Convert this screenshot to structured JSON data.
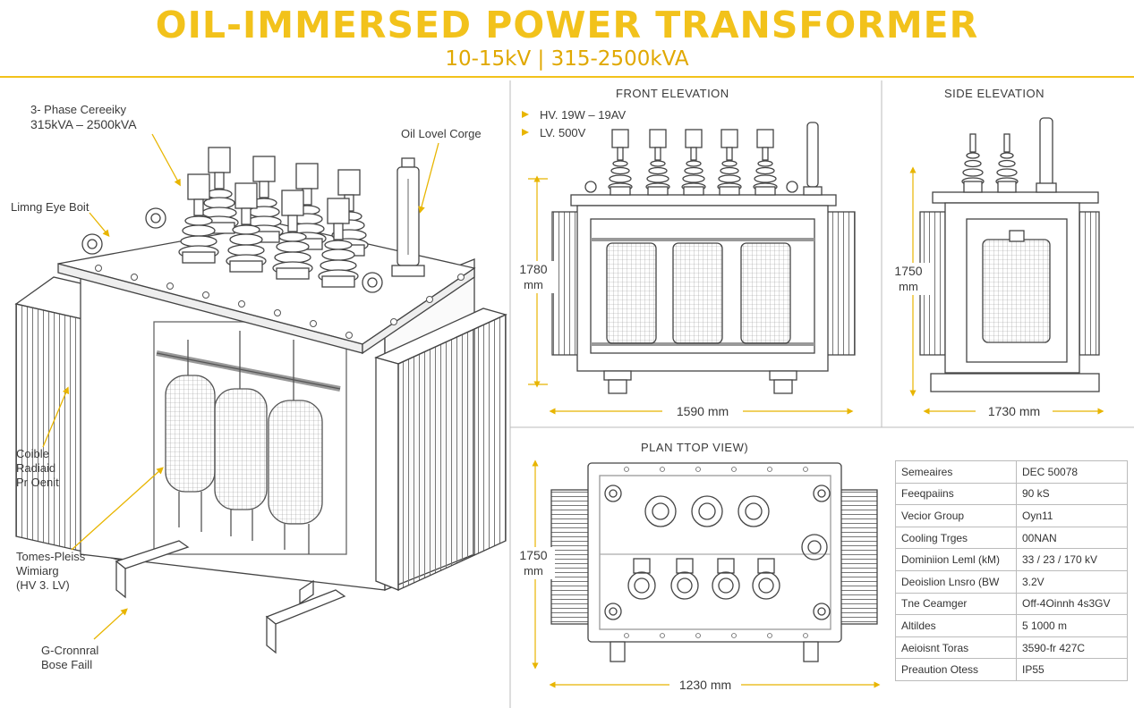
{
  "header": {
    "title": "OIL-IMMERSED POWER TRANSFORMER",
    "subtitle": "10-15kV  |  315-2500kVA"
  },
  "iso_labels": {
    "capacity_line1": "3- Phase Cereeiky",
    "capacity_line2": "315kVA – 2500kVA",
    "oil_gauge": "Oil Lovel Corge",
    "eye_bolt": "Limng Eye Boit",
    "radiator_line1": "Coible",
    "radiator_line2": "Radiaid",
    "radiator_line3": "Pr Oenit",
    "winding_line1": "Tomes-Pleiss",
    "winding_line2": "Wimiarg",
    "winding_line3": "(HV 3. LV)",
    "base_line1": "G-Cronnral",
    "base_line2": "Bose Faill"
  },
  "front": {
    "heading": "FRONT ELEVATION",
    "hv_label": "HV. 19W – 19AV",
    "lv_label": "LV. 500V",
    "height_value": "1780",
    "height_unit": "mm",
    "width_label": "1590 mm"
  },
  "side": {
    "heading": "SIDE ELEVATION",
    "height_value": "1750",
    "height_unit": "mm",
    "width_label": "1730 mm"
  },
  "plan": {
    "heading": "PLAN TTOP VIEW)",
    "height_value": "1750",
    "height_unit": "mm",
    "width_label": "1230 mm"
  },
  "specs": [
    {
      "key": "Semeaires",
      "value": "DEC 50078"
    },
    {
      "key": "Feeqpaiins",
      "value": "90 kS"
    },
    {
      "key": "Vecior Group",
      "value": "Oyn11"
    },
    {
      "key": "Cooling Trges",
      "value": "00NAN"
    },
    {
      "key": "Dominiion Leml (kM)",
      "value": "33 / 23 / 170 kV"
    },
    {
      "key": "Deoislion Lnsro (BW",
      "value": "3.2V"
    },
    {
      "key": "Tne Ceamger",
      "value": "Off-4Oinnh 4s3GV"
    },
    {
      "key": "Altildes",
      "value": "5 1000 m"
    },
    {
      "key": "Aeioisnt Toras",
      "value": "3590-fr 427C"
    },
    {
      "key": "Preaution Otess",
      "value": "IP55"
    }
  ],
  "colors": {
    "accent": "#f2c21b",
    "dimension": "#e8b500",
    "line": "#444444"
  }
}
